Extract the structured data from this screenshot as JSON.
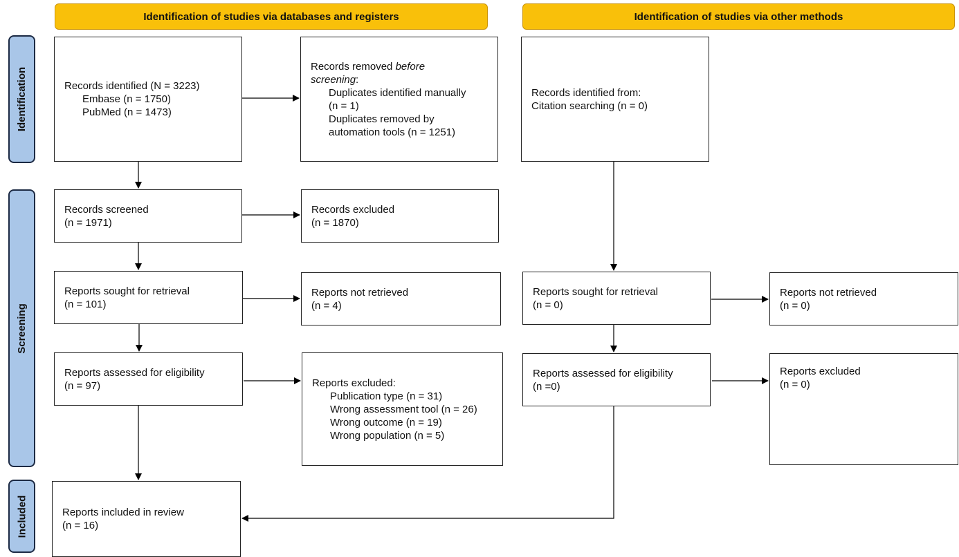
{
  "headers": {
    "databases": "Identification of studies via databases and registers",
    "other": "Identification of studies via other methods"
  },
  "phases": {
    "identification": "Identification",
    "screening": "Screening",
    "included": "Included"
  },
  "db": {
    "records_identified": {
      "title": "Records identified (N = 3223)",
      "sources": [
        "Embase (n = 1750)",
        "PubMed (n = 1473)"
      ]
    },
    "records_removed": {
      "line1": "Records removed ",
      "line1_italic": "before",
      "line2_italic": "screening",
      "line2_suffix": ":",
      "items": [
        "Duplicates identified manually",
        "(n = 1)",
        "Duplicates removed by",
        "automation tools (n = 1251)"
      ]
    },
    "records_screened": {
      "title": "Records screened",
      "count": "(n = 1971)"
    },
    "records_excluded": {
      "title": "Records excluded",
      "count": "(n = 1870)"
    },
    "reports_sought": {
      "title": "Reports sought for retrieval",
      "count": "(n = 101)"
    },
    "reports_not_retrieved": {
      "title": "Reports not retrieved",
      "count": "(n = 4)"
    },
    "reports_assessed": {
      "title": "Reports assessed for eligibility",
      "count": "(n = 97)"
    },
    "reports_excluded": {
      "title": "Reports excluded:",
      "reasons": [
        "Publication type (n = 31)",
        "Wrong assessment tool (n = 26)",
        "Wrong outcome (n = 19)",
        "Wrong population (n = 5)"
      ]
    },
    "included": {
      "title": "Reports included in review",
      "count": "(n = 16)"
    }
  },
  "other": {
    "records_identified": {
      "title": "Records identified from:",
      "detail": "Citation searching (n = 0)"
    },
    "reports_sought": {
      "title": "Reports sought for retrieval",
      "count": "(n = 0)"
    },
    "reports_not_retrieved": {
      "title": "Reports not retrieved",
      "count": "(n = 0)"
    },
    "reports_assessed": {
      "title": "Reports assessed for eligibility",
      "count": "(n =0)"
    },
    "reports_excluded": {
      "title": "Reports excluded",
      "count": "(n = 0)"
    }
  },
  "colors": {
    "header": "#f9c00a",
    "phase": "#a9c6e8",
    "phase_border": "#1c2a44"
  }
}
